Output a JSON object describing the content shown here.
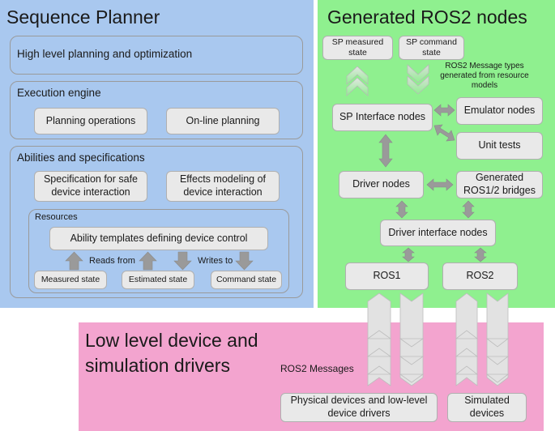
{
  "panels": {
    "sequence_planner": "Sequence Planner",
    "generated_ros2": "Generated ROS2 nodes",
    "low_level": "Low level device and\nsimulation drivers"
  },
  "sp": {
    "high_level": "High level planning and optimization",
    "execution_engine": "Execution engine",
    "planning_operations": "Planning operations",
    "online_planning": "On-line planning",
    "abilities": "Abilities and specifications",
    "spec_safe": "Specification for safe device interaction",
    "effects_modeling": "Effects modeling of device interaction",
    "resources": "Resources",
    "ability_templates": "Ability templates defining device control",
    "reads_from": "Reads from",
    "writes_to": "Writes to",
    "measured_state": "Measured state",
    "estimated_state": "Estimated state",
    "command_state": "Command state"
  },
  "ros": {
    "sp_measured": "SP measured state",
    "sp_command": "SP command state",
    "msg_note": "ROS2 Message types generated from resource models",
    "sp_interface": "SP Interface nodes",
    "emulator": "Emulator nodes",
    "unit_tests": "Unit tests",
    "driver_nodes": "Driver nodes",
    "bridges": "Generated ROS1/2 bridges",
    "driver_interface": "Driver interface nodes",
    "ros1": "ROS1",
    "ros2": "ROS2"
  },
  "low": {
    "messages": "ROS2 Messages",
    "physical": "Physical devices and low-level device drivers",
    "simulated": "Simulated devices"
  },
  "colors": {
    "sp_panel": "#a9c8ef",
    "ros_panel": "#8ff08f",
    "low_panel": "#f3a4cf",
    "box_fill": "#e9e9e9",
    "arrow": "#9a9a9a"
  }
}
